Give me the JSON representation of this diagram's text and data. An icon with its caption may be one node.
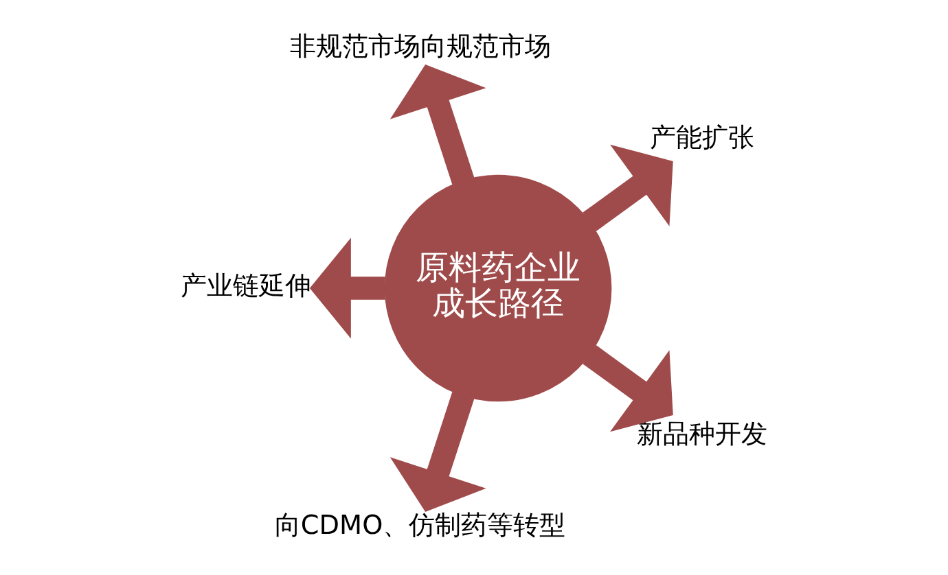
{
  "diagram": {
    "nodes": [
      {
        "text": [
          "原料药企业成长路径"
        ]
      },
      {
        "text": [
          "非规范市场向规范市场"
        ]
      },
      {
        "text": [
          "产业链延伸"
        ]
      },
      {
        "text": [
          "产能扩张"
        ]
      },
      {
        "text": [
          "向CDMO、仿制药等转型"
        ]
      },
      {
        "text": [
          "新品种开发"
        ]
      }
    ],
    "edges": [
      {
        "from": 0,
        "to": 1,
        "arrow": "to"
      },
      {
        "from": 0,
        "to": 3,
        "arrow": "to"
      },
      {
        "from": 0,
        "to": 5,
        "arrow": "to"
      },
      {
        "from": 0,
        "to": 4,
        "arrow": "to"
      },
      {
        "from": 0,
        "to": 2,
        "arrow": "to"
      }
    ]
  }
}
